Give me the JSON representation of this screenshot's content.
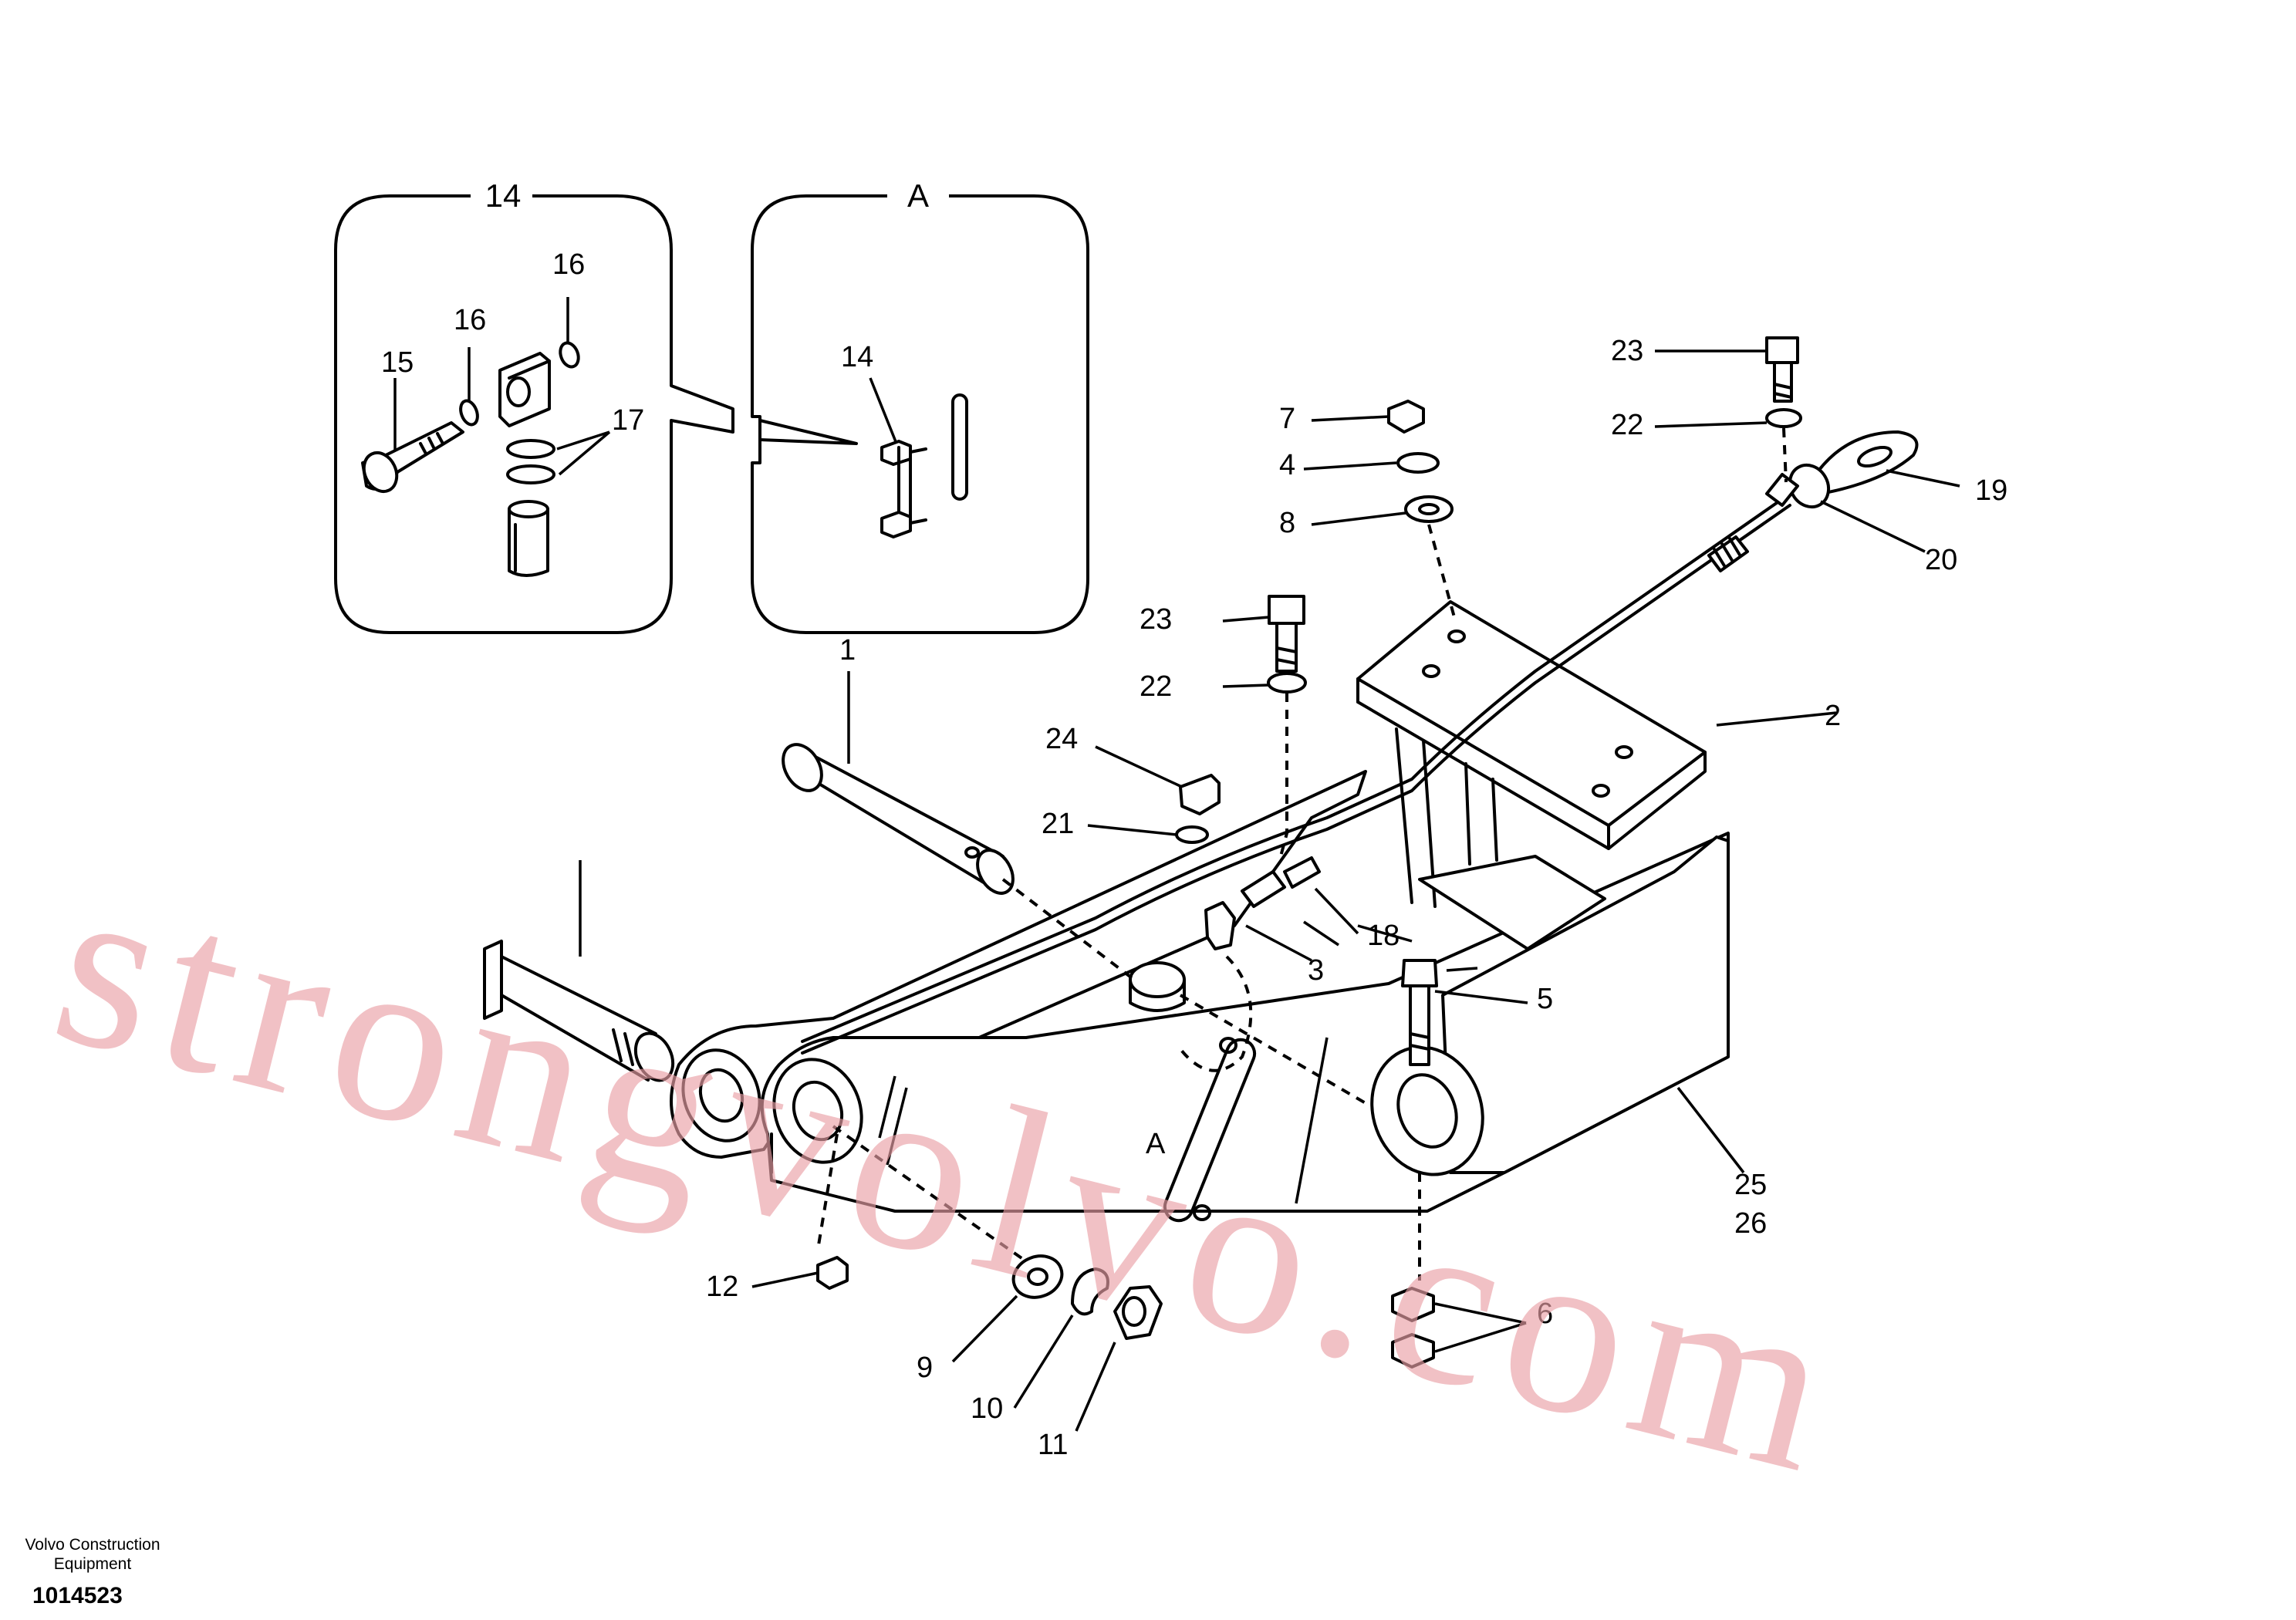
{
  "diagram": {
    "detail_labels": {
      "detail_14": "14",
      "detail_a": "A"
    },
    "callouts": {
      "c1": "1",
      "c2": "2",
      "c3": "3",
      "c4": "4",
      "c5": "5",
      "c6": "6",
      "c7": "7",
      "c8": "8",
      "c9": "9",
      "c10": "10",
      "c11": "11",
      "c12": "12",
      "c14": "14",
      "c15": "15",
      "c16a": "16",
      "c16b": "16",
      "c17": "17",
      "c18": "18",
      "c19": "19",
      "c20": "20",
      "c21": "21",
      "c22a": "22",
      "c22b": "22",
      "c23a": "23",
      "c23b": "23",
      "c24": "24",
      "c25": "25",
      "c26": "26",
      "c_a_view": "A"
    },
    "watermark": "strongvolvo.com"
  },
  "footer": {
    "maker_line1": "Volvo Construction",
    "maker_line2": "Equipment",
    "doc_number": "1014523"
  }
}
